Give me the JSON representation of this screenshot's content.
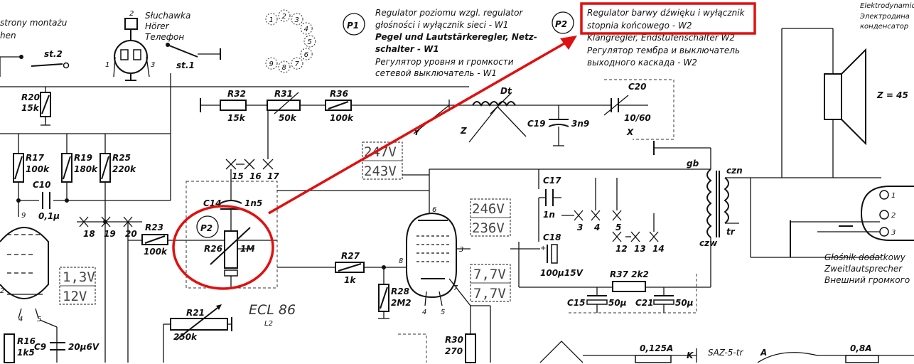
{
  "colors": {
    "ink": "#111111",
    "annotation": "#e01010",
    "paper": "#ffffff"
  },
  "header": {
    "p1_symbol": "P1",
    "p1_lines": [
      "Regulator poziomu wzgl. regulator",
      "głośności i wyłącznik sieci - W1",
      "Pegel und Lautstärkeregler, Netz-",
      "schalter - W1",
      "Регулятор уровня и громкости",
      "сетевой выключатель - W1"
    ],
    "p2_symbol": "P2",
    "p2_lines": [
      "Regulator barwy dźwięku i wyłącznik",
      "stopnia końcowego - W2",
      "Klangregler, Endstufenschalter W2",
      "Регулятор тембра и выключатель",
      "выходного каскада - W2"
    ],
    "left_lines": [
      "strony montażu",
      "hen"
    ],
    "headphone_lines": [
      "Słuchawka",
      "Hörer",
      "Телефон"
    ],
    "right_top_lines": [
      "Elektrodynamic",
      "Электродина",
      "конденсатор"
    ]
  },
  "switch_labels": {
    "st2": "st.2",
    "st1": "st.1"
  },
  "pins": [
    "1",
    "2",
    "3",
    "4",
    "5",
    "6",
    "7",
    "8",
    "9"
  ],
  "components": {
    "R20": "R20",
    "R20_val": "15k",
    "R17": "R17",
    "R17_val": "100k",
    "R19": "R19",
    "R19_val": "180k",
    "R25": "R25",
    "R25_val": "220k",
    "C10": "C10",
    "C10_val": "0,1µ",
    "R32": "R32",
    "R32_val": "15k",
    "R31": "R31",
    "R31_val": "50k",
    "R36": "R36",
    "R36_val": "100k",
    "Dt": "Dt",
    "C19": "C19",
    "C19_val": "3n9",
    "C20": "C20",
    "C20_val": "10/60",
    "Z": "Z = 45",
    "R23": "R23",
    "R23_val": "100k",
    "C14": "C14",
    "C14_val": "1n5",
    "R26": "R26",
    "R26_val": "1M",
    "R27": "R27",
    "R27_val": "1k",
    "R28": "R28",
    "R28_val": "2M2",
    "C17": "C17",
    "C17_val": "1n",
    "C18": "C18",
    "C18_val": "100µ15V",
    "R37": "R37 2k2",
    "C15": "C15",
    "C15_val": "50µ",
    "C21": "C21",
    "C21_val": "50µ",
    "R21": "R21",
    "R21_val": "250k",
    "R16": "R16",
    "R16_val": "1k5",
    "C9": "C9",
    "C9_val": "20µ6V",
    "R30": "R30",
    "R30_val": "270",
    "gb": "gb",
    "czn": "czn",
    "czw": "czw",
    "tr": "tr",
    "fuse1": "0,125A",
    "fuse2": "0,8A",
    "K": "K",
    "A": "A",
    "saz": "SAZ-5-tr"
  },
  "points": [
    "15",
    "16",
    "17",
    "18",
    "19",
    "20",
    "3",
    "4",
    "5",
    "12",
    "13",
    "14",
    "Y",
    "Z",
    "X"
  ],
  "voltages": [
    "247V",
    "243V",
    "246V",
    "236V",
    "7,7V",
    "7,7V",
    "1,3V",
    "12V"
  ],
  "tube": {
    "name": "ECL 86",
    "sub": "L2"
  },
  "speaker": {
    "lines": [
      "Głośnik dodatkowy",
      "Zweitlautsprecher",
      "Внешний громкого"
    ],
    "pins": [
      "1",
      "2",
      "3"
    ]
  }
}
